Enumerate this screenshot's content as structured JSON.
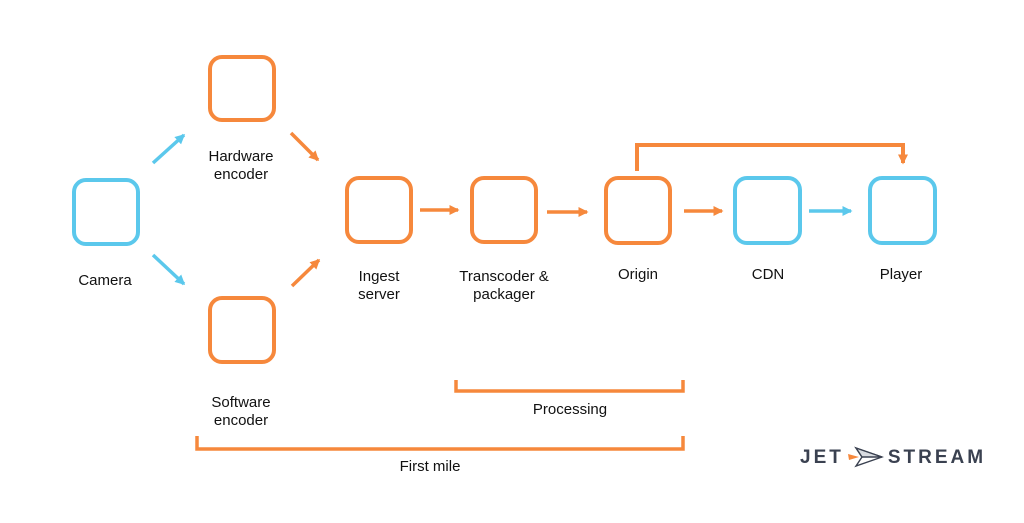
{
  "colors": {
    "orange": "#F6883C",
    "blue": "#5BC8EC",
    "text": "#111111",
    "logo": "#3A4150",
    "background": "#FFFFFF"
  },
  "diagram": {
    "nodes": [
      {
        "id": "camera",
        "label": "Camera",
        "color": "blue"
      },
      {
        "id": "hardware-encoder",
        "label": "Hardware encoder",
        "color": "orange"
      },
      {
        "id": "software-encoder",
        "label": "Software encoder",
        "color": "orange"
      },
      {
        "id": "ingest",
        "label": "Ingest server",
        "color": "orange"
      },
      {
        "id": "transcoder",
        "label": "Transcoder & packager",
        "color": "orange"
      },
      {
        "id": "origin",
        "label": "Origin",
        "color": "orange"
      },
      {
        "id": "cdn",
        "label": "CDN",
        "color": "blue"
      },
      {
        "id": "player",
        "label": "Player",
        "color": "blue"
      }
    ],
    "edges": [
      {
        "from": "camera",
        "to": "hardware-encoder",
        "color": "blue"
      },
      {
        "from": "camera",
        "to": "software-encoder",
        "color": "blue"
      },
      {
        "from": "hardware-encoder",
        "to": "ingest",
        "color": "orange"
      },
      {
        "from": "software-encoder",
        "to": "ingest",
        "color": "orange"
      },
      {
        "from": "ingest",
        "to": "transcoder",
        "color": "orange"
      },
      {
        "from": "transcoder",
        "to": "origin",
        "color": "orange"
      },
      {
        "from": "origin",
        "to": "cdn",
        "color": "orange"
      },
      {
        "from": "cdn",
        "to": "player",
        "color": "blue"
      },
      {
        "from": "origin",
        "to": "player",
        "color": "orange",
        "type": "bypass"
      }
    ],
    "brackets": [
      {
        "id": "processing",
        "label": "Processing"
      },
      {
        "id": "first-mile",
        "label": "First mile"
      }
    ]
  },
  "logo": {
    "text_left": "JET",
    "text_right": "STREAM"
  }
}
